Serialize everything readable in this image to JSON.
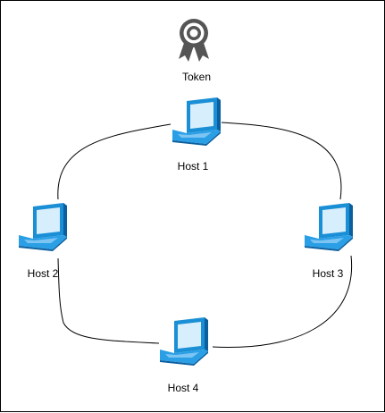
{
  "diagram": {
    "token": {
      "label": "Token",
      "icon": "award-ribbon-icon"
    },
    "hosts": [
      {
        "id": "host-1",
        "label": "Host 1",
        "icon": "laptop-icon"
      },
      {
        "id": "host-2",
        "label": "Host 2",
        "icon": "laptop-icon"
      },
      {
        "id": "host-3",
        "label": "Host 3",
        "icon": "laptop-icon"
      },
      {
        "id": "host-4",
        "label": "Host 4",
        "icon": "laptop-icon"
      }
    ],
    "links": [
      {
        "from": "host-1",
        "to": "host-3"
      },
      {
        "from": "host-3",
        "to": "host-4"
      },
      {
        "from": "host-4",
        "to": "host-2"
      },
      {
        "from": "host-2",
        "to": "host-1"
      }
    ],
    "colors": {
      "laptop_body": "#1a8fd6",
      "laptop_light": "#7cc4f2",
      "laptop_dark": "#0b5f9e",
      "screen": "#d7eefc",
      "token": "#555555",
      "line": "#000000"
    }
  }
}
